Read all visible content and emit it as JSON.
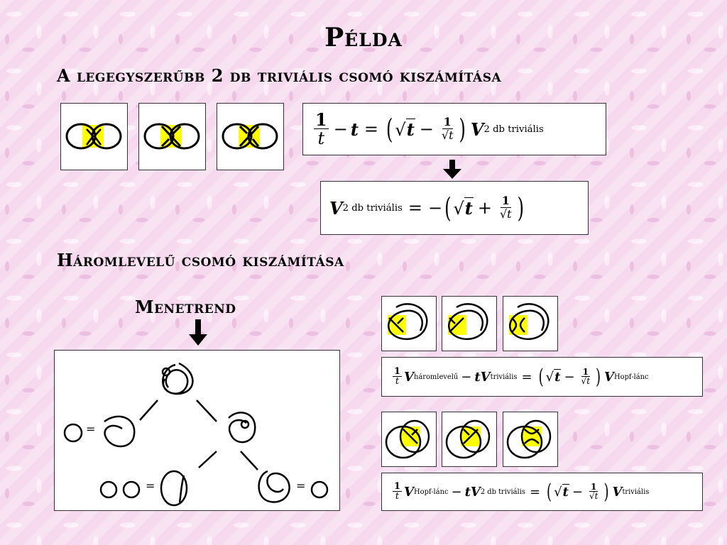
{
  "title": "Példa",
  "section1": {
    "heading": "A legegyszerűbb 2 db triviális csomó kiszámítása",
    "eq1": {
      "one": "1",
      "t": "t",
      "minus": "−",
      "equals": "=",
      "v": "V",
      "sub": "2 db triviális"
    },
    "eq2": {
      "v": "V",
      "sub": "2 db triviális",
      "equals": "=",
      "minus": "−",
      "plus": "+",
      "one": "1",
      "t": "t"
    }
  },
  "section2": {
    "heading": "Háromlevelű csomó kiszámítása",
    "menetrend": "Menetrend",
    "eq3": {
      "one": "1",
      "t": "t",
      "v": "V",
      "sub_a": "háromlevelű",
      "sub_b": "triviális",
      "sub_c": "Hopf-lánc",
      "minus": "−",
      "equals": "="
    },
    "eq4": {
      "one": "1",
      "t": "t",
      "v": "V",
      "sub_a": "Hopf-lánc",
      "sub_b": "2 db triviális",
      "sub_c": "triviális",
      "minus": "−",
      "equals": "="
    }
  },
  "diagram": {
    "eq_sign": "="
  },
  "colors": {
    "highlight": "#ffff00",
    "background": "#f6d9ef",
    "ink": "#000000"
  }
}
